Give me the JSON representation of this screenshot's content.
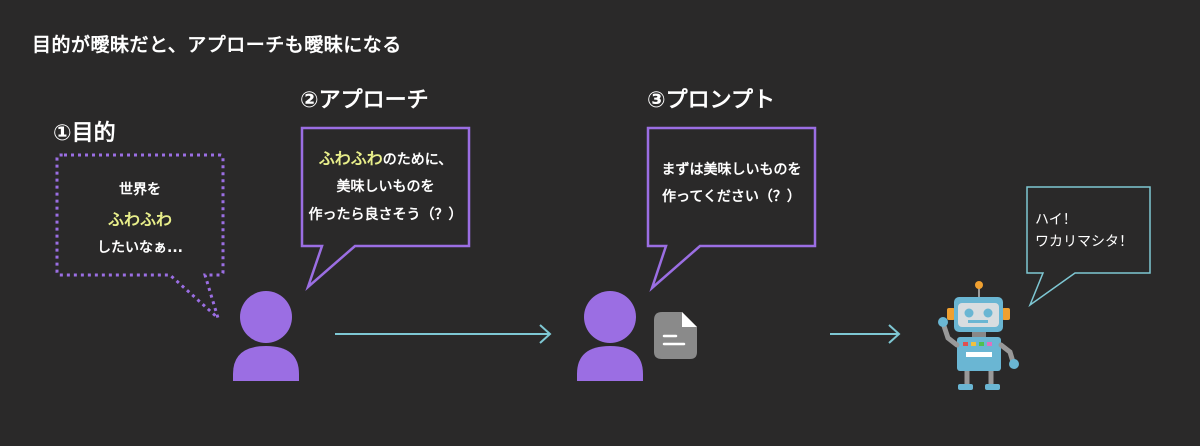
{
  "title": "目的が曖昧だと、アプローチも曖昧になる",
  "steps": [
    {
      "label": "①目的",
      "line1": "世界を",
      "highlight": "ふわふわ",
      "line3": "したいなぁ..."
    },
    {
      "label": "②アプローチ",
      "highlight": "ふわふわ",
      "line1_rest": "のために、",
      "line2": "美味しいものを",
      "line3": "作ったら良さそう（？）"
    },
    {
      "label": "③プロンプト",
      "line1": "まずは美味しいものを",
      "line2": "作ってください（？）"
    }
  ],
  "robot": {
    "line1": "ハイ！",
    "line2": "ワカリマシタ！"
  },
  "icons": [
    "person-icon",
    "person-icon",
    "document-icon",
    "robot-icon",
    "arrow-right-icon",
    "arrow-right-icon"
  ],
  "colors": {
    "background": "#2a2929",
    "purple": "#9b6ee3",
    "teal": "#7ec7d3",
    "highlight": "#e8ee8a"
  }
}
